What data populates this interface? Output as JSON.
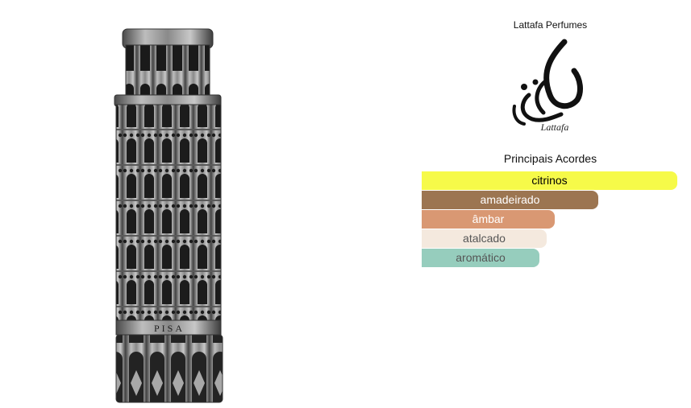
{
  "brand": {
    "name": "Lattafa Perfumes",
    "logo_text": "Lattafa"
  },
  "bottle": {
    "engraving": "PISA"
  },
  "accords": {
    "title": "Principais Acordes",
    "items": [
      {
        "label": "citrinos",
        "strength": 1.0,
        "color": "#f6fa49",
        "text_color": "#000000"
      },
      {
        "label": "amadeirado",
        "strength": 0.69,
        "color": "#9c7551",
        "text_color": "#ffffff"
      },
      {
        "label": "âmbar",
        "strength": 0.52,
        "color": "#d99873",
        "text_color": "#ffffff"
      },
      {
        "label": "atalcado",
        "strength": 0.49,
        "color": "#f4e9de",
        "text_color": "#555555"
      },
      {
        "label": "aromático",
        "strength": 0.46,
        "color": "#96cdbd",
        "text_color": "#555555"
      }
    ]
  }
}
